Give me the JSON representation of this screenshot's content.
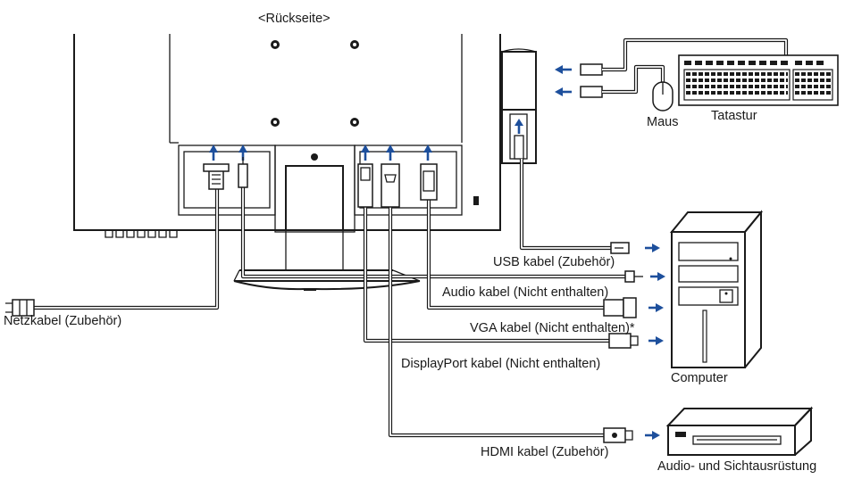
{
  "title": "<Rückseite>",
  "labels": {
    "usb_cable": "USB kabel (Zubehör)",
    "audio_cable": "Audio kabel (Nicht enthalten)",
    "vga_cable": "VGA kabel (Nicht enthalten)*",
    "displayport_cable": "DisplayPort kabel (Nicht enthalten)",
    "hdmi_cable": "HDMI kabel (Zubehör)",
    "power_cable": "Netzkabel (Zubehör)",
    "mouse": "Maus",
    "keyboard": "Tatastur",
    "computer": "Computer",
    "av_equipment": "Audio- und Sichtausrüstung"
  },
  "colors": {
    "arrow": "#1d4f9c",
    "line": "#1a1a1a"
  }
}
